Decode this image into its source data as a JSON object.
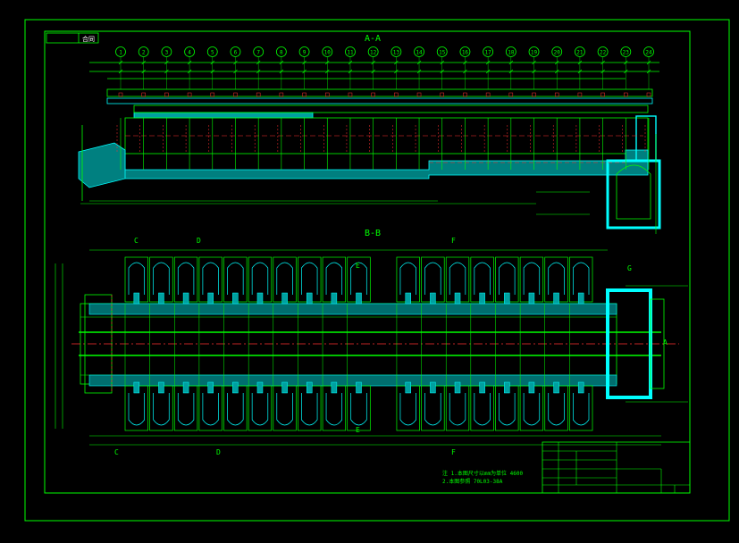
{
  "drawing": {
    "title_block_label": "合同",
    "section_aa_title": "A-A",
    "section_bb_title": "B-B",
    "axis_numbers": [
      "1",
      "2",
      "3",
      "4",
      "5",
      "6",
      "7",
      "8",
      "9",
      "10",
      "11",
      "12",
      "13",
      "14",
      "15",
      "16",
      "17",
      "18",
      "19",
      "20",
      "21",
      "22",
      "23",
      "24"
    ],
    "section_markers_top": [
      "C",
      "D",
      "F"
    ],
    "section_markers_bottom": [
      "C",
      "D",
      "E",
      "F"
    ],
    "side_markers": [
      "E",
      "G",
      "A"
    ],
    "note_line_1": "注 1.本图尺寸以mm为单位        4600",
    "note_line_2": "2.本图参照 70L03-38A"
  },
  "colors": {
    "background": "#000000",
    "frame": "#00ff00",
    "structure": "#00ffff",
    "annotation": "#ff3030",
    "text": "#ffffff"
  }
}
